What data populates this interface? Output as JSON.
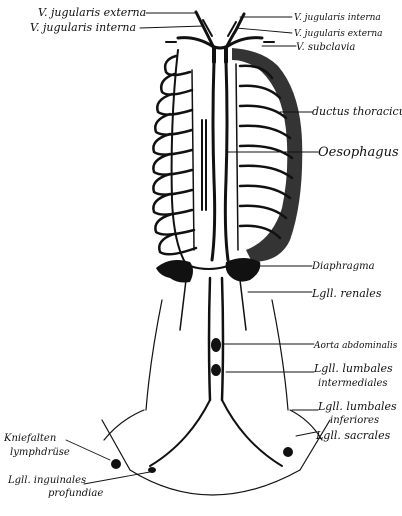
{
  "labels": {
    "v_jugularis_externa": "V. jugularis externa",
    "v_jugularis_interna": "V. jugularis interna",
    "v_jugularis_interna_r": "V. jugularis interna",
    "v_jugularis_externa_r": "V. jugularis externa",
    "v_subclavia": "V. subclavia",
    "ductus_thoracicus": "ductus thoracicus",
    "oesophagus": "Oesophagus",
    "diaphragma": "Diaphragma",
    "lgll_renales": "Lgll. renales",
    "aorta_abdominalis": "Aorta abdominalis",
    "lgll_lumbales_intermediales": [
      "Lgll. lumbales",
      "intermediales"
    ],
    "lgll_lumbales_inferiores": [
      "Lgll. lumbales",
      "inferiores"
    ],
    "lgll_sacrales": "Lgll. sacrales",
    "kniefalten_lymphdruse": [
      "Kniefalten",
      "lymphdrüse"
    ],
    "lgll_inguinales_profundiae": [
      "Lgll. inguinales",
      "profundiae"
    ]
  }
}
